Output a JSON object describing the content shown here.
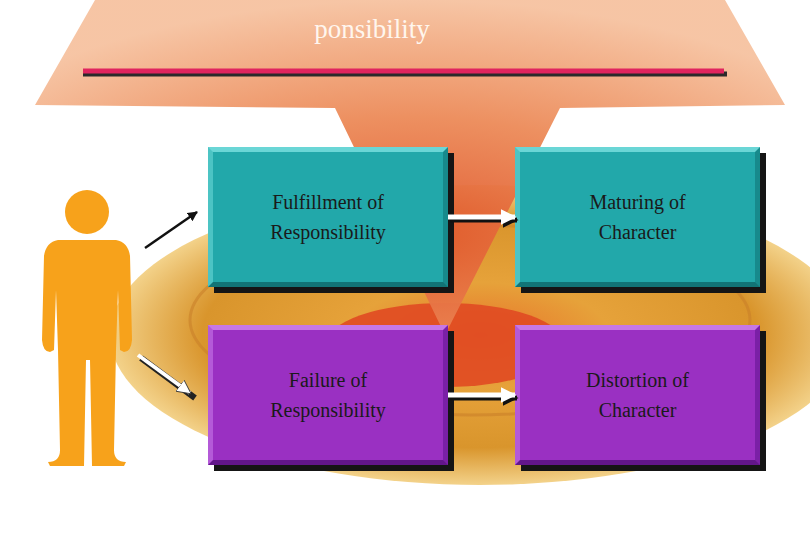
{
  "diagram": {
    "title": "ponsibility",
    "nodes": [
      {
        "text": [
          "Fulfillment of Responsibility"
        ]
      },
      {
        "text": [
          "Maturing of Character"
        ]
      },
      {
        "text": [
          "Failure of Responsibility"
        ]
      },
      {
        "text": [
          "Distortion of Character"
        ]
      }
    ],
    "edges": [
      {
        "from": 0,
        "to": 1,
        "arrow": "to"
      },
      {
        "from": 2,
        "to": 3,
        "arrow": "to"
      }
    ]
  }
}
